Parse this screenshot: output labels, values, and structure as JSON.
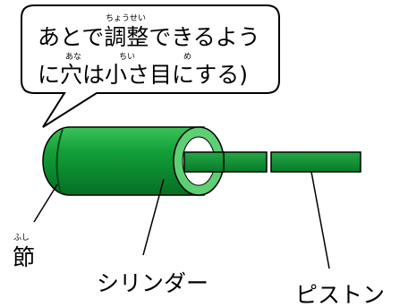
{
  "speech_bubble": {
    "line1": "あとで調整できるよう",
    "line2": "に穴は小さ目にする)",
    "ruby_chousei": "ちょうせい",
    "ruby_ana": "あな",
    "ruby_chii": "ちい",
    "ruby_me": "め"
  },
  "labels": {
    "fushi": "節",
    "fushi_ruby": "ふし",
    "cylinder": "シリンダー",
    "piston": "ピストン"
  },
  "colors": {
    "cylinder_green": "#0a8a2e",
    "cylinder_dark": "#05641f",
    "cylinder_light": "#2fb84f",
    "rim_light": "#7ad88a",
    "piston_green": "#0a8a2e",
    "outline": "#000000"
  }
}
